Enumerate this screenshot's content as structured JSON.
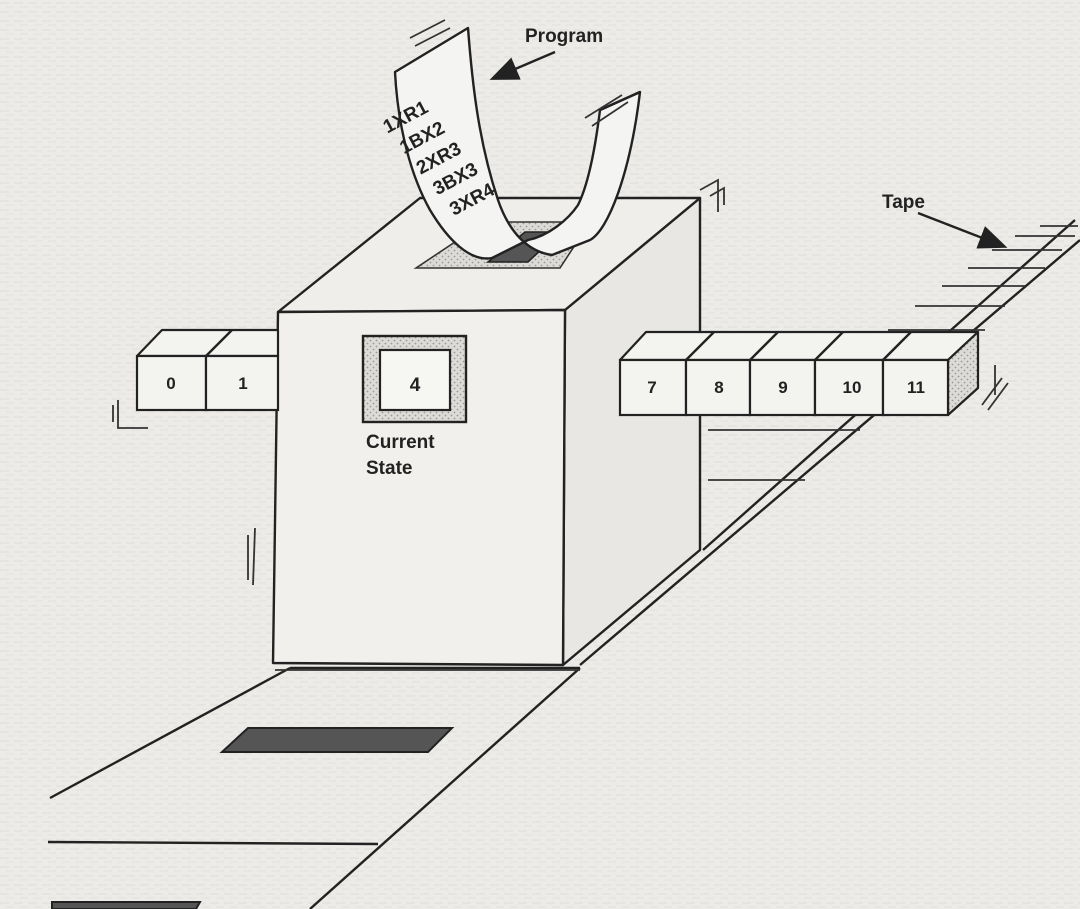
{
  "labels": {
    "program": "Program",
    "tape": "Tape",
    "current_state_line1": "Current",
    "current_state_line2": "State"
  },
  "program_lines": [
    "1XR1",
    "1BX2",
    "2XR3",
    "3BX3",
    "3XR4"
  ],
  "current_state_value": "4",
  "tape_cells_left": [
    "0",
    "1"
  ],
  "tape_cells_right": [
    "7",
    "8",
    "9",
    "10",
    "11"
  ],
  "colors": {
    "background": "#ecebe8",
    "line": "#222222",
    "paper": "#f4f4f2",
    "cube": "#efeeeb",
    "shaded": "#555555"
  }
}
